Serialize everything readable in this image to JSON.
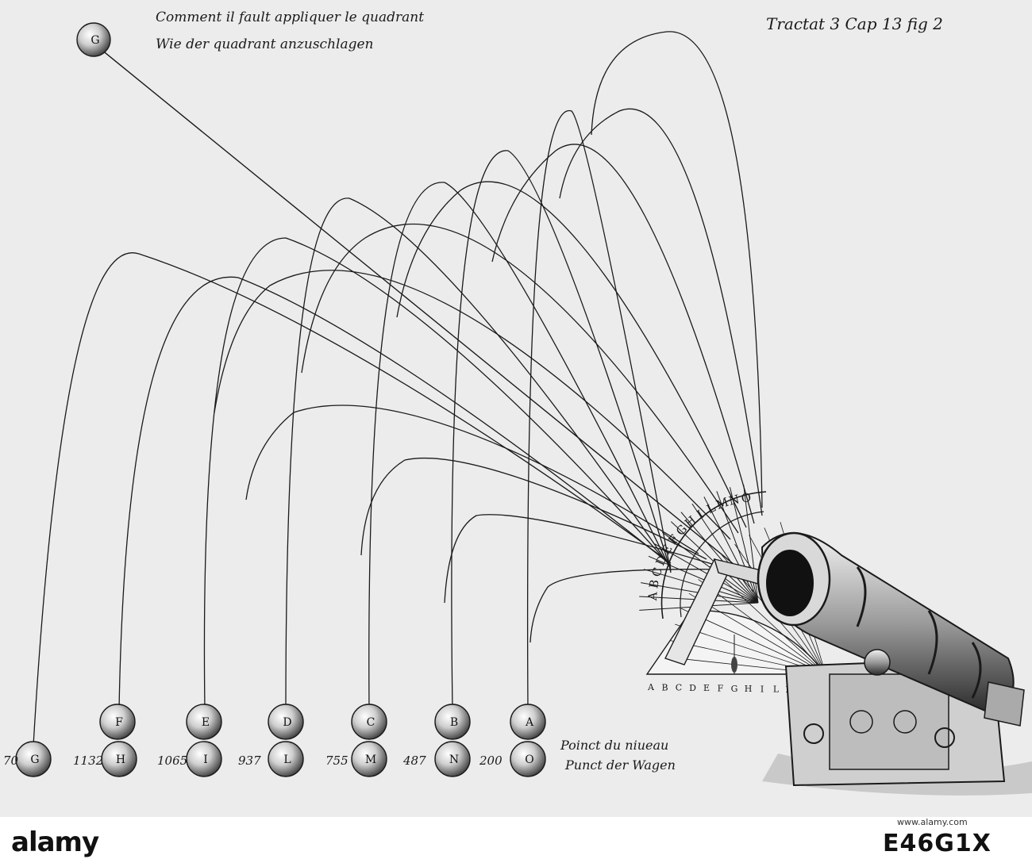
{
  "captions": {
    "french": "Comment il fault appliquer le quadrant",
    "german": "Wie der quadrant anzuschlagen",
    "reference": "Tractat 3 Cap 13 fig 2",
    "point_fr": "Poinct du niueau",
    "point_de": "Punct der Wagen"
  },
  "quadrant_letters": [
    "A",
    "B",
    "C",
    "D",
    "E",
    "F",
    "G",
    "H",
    "I",
    "L",
    "M",
    "N",
    "O"
  ],
  "balls_upper": [
    "F",
    "E",
    "D",
    "C",
    "B",
    "A"
  ],
  "balls_lower": [
    "G",
    "H",
    "I",
    "L",
    "M",
    "N",
    "O"
  ],
  "flying_ball": "G",
  "distances": [
    "70",
    "1132",
    "1065",
    "937",
    "755",
    "487",
    "200"
  ],
  "watermark": {
    "logo": "alamy",
    "id": "E46G1X",
    "url": "www.alamy.com"
  },
  "colors": {
    "ink": "#1a1a1a",
    "paper": "#ececec"
  }
}
